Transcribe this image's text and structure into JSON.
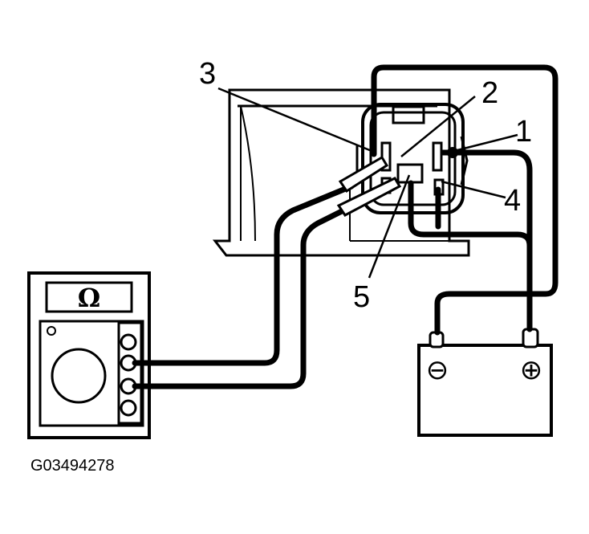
{
  "callouts": {
    "c1": "1",
    "c2": "2",
    "c3": "3",
    "c4": "4",
    "c5": "5"
  },
  "meter": {
    "symbol": "Ω"
  },
  "battery": {
    "negative": "⊖",
    "positive": "⊕"
  },
  "figure_id": "G03494278"
}
